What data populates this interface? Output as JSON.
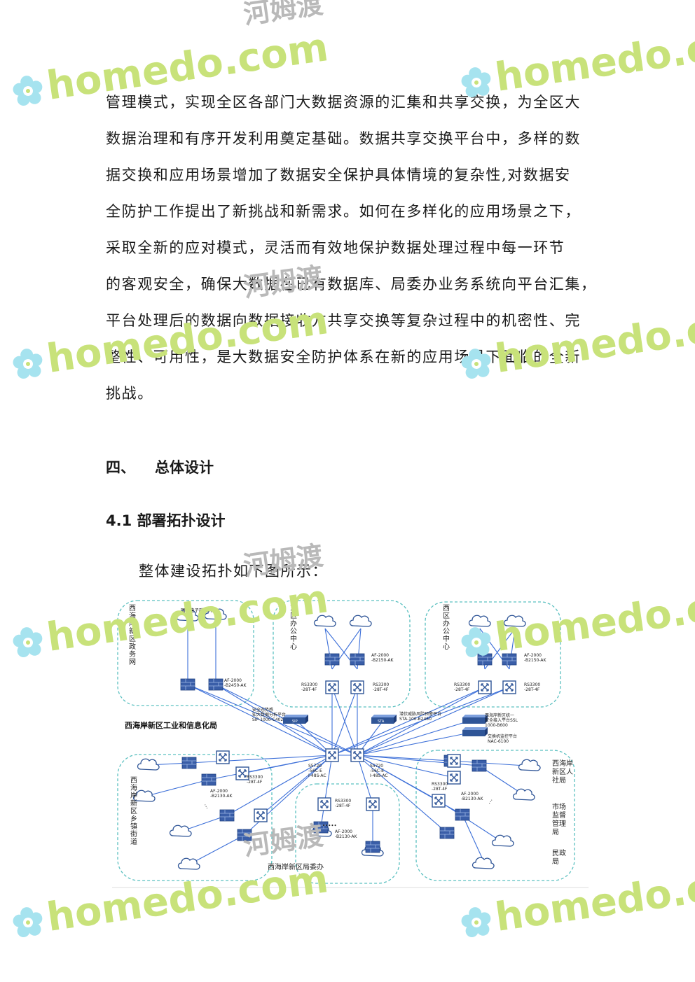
{
  "paragraph": [
    "管理模式，实现全区各部门大数据资源的汇集和共享交换，为全区大",
    "数据治理和有序开发利用奠定基础。数据共享交换平台中，多样的数",
    "据交换和应用场景增加了数据安全保护具体情境的复杂性,对数据安",
    "全防护工作提出了新挑战和新需求。如何在多样化的应用场景之下，",
    "采取全新的应对模式，灵活而有效地保护数据处理过程中每一环节",
    "的客观安全，确保大数据在已有数据库、局委办业务系统向平台汇集，",
    "平台处理后的数据向数据接收方共享交换等复杂过程中的机密性、完",
    "整性、可用性，是大数据安全防护体系在新的应用场景下面临的全新",
    "挑战。"
  ],
  "heading": {
    "num": "四、",
    "title": "总体设计"
  },
  "subheading": "4.1 部署拓扑设计",
  "intro": "整体建设拓扑如下图所示：",
  "diagram": {
    "zones": {
      "gov": "西海岸新区政务网",
      "east": "东区办公中心",
      "west": "西区办公中心",
      "town": "西海岸新区乡镇街道",
      "bureau": "西海岸新区局委办",
      "right_1": "西海岸新区人社局",
      "right_2": "市场监督管理局",
      "right_3": "民政局"
    },
    "org_label": "西海岸新区工业和信息化局",
    "gov_cloud": "国家电子政务外网",
    "devices": {
      "af2450": "AF-2000-B2450-AK",
      "af2150": "AF-2000-B2150-AK",
      "af2130": "AF-2000-B2130-AK",
      "rs3300": "RS3300-28T-4F",
      "s5720": "S5720-56C-EI-48S-AC",
      "sip": "SIP",
      "sip_name": "安全态势感知大数据分析平台",
      "sip_model": "SIP-1000-C402",
      "sta": "STA",
      "sta_name": "潜伏威胁风险预警平台",
      "sta_model": "STA-100-B2450",
      "ssl_name": "西海岸新区统一安全接入平台SSL",
      "ssl_model": "1000-B600",
      "nac_name": "交换机监控平台",
      "nac_model": "NAC-6100",
      "dots": "•••••"
    }
  },
  "watermark": {
    "text": "homedo.com",
    "cn": "河姆渡"
  },
  "colors": {
    "watermark_green": "#c8e27a",
    "watermark_blue": "#a6e3ef",
    "zone_border": "#5bc0c0",
    "link": "#3c6fd8",
    "firewall": "#3a5ea8"
  }
}
